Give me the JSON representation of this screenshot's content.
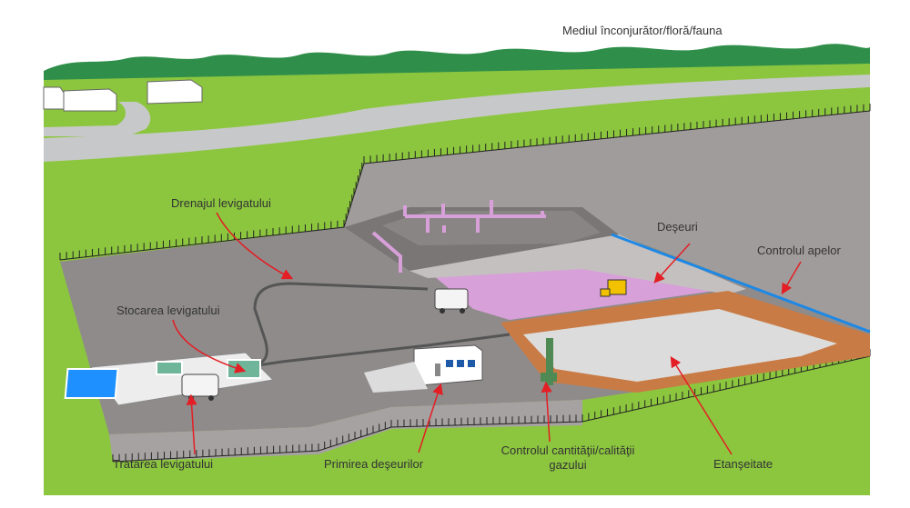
{
  "header": {
    "title": "Mediul înconjurător/floră/fauna"
  },
  "labels": {
    "drainage": "Drenajul levigatului",
    "waste": "Deşeuri",
    "water_control": "Controlul apelor",
    "storage": "Stocarea levigatului",
    "treatment": "Tratarea levigatului",
    "reception": "Primirea deşeurilor",
    "gas_control_line1": "Controlul cantităţii/calităţii",
    "gas_control_line2": "gazului",
    "sealing": "Etanşeitate"
  },
  "colors": {
    "grass": "#8cc63f",
    "grass_dark": "#79b52f",
    "forest": "#2f8f4a",
    "road": "#c7c8c9",
    "pit_wall": "#9c9797",
    "pit_floor": "#8b8888",
    "waste": "#d8a0d8",
    "liner": "#c97b45",
    "water_line": "#1e88e5",
    "arrow": "#e31e24",
    "pool": "#1e90ff"
  }
}
